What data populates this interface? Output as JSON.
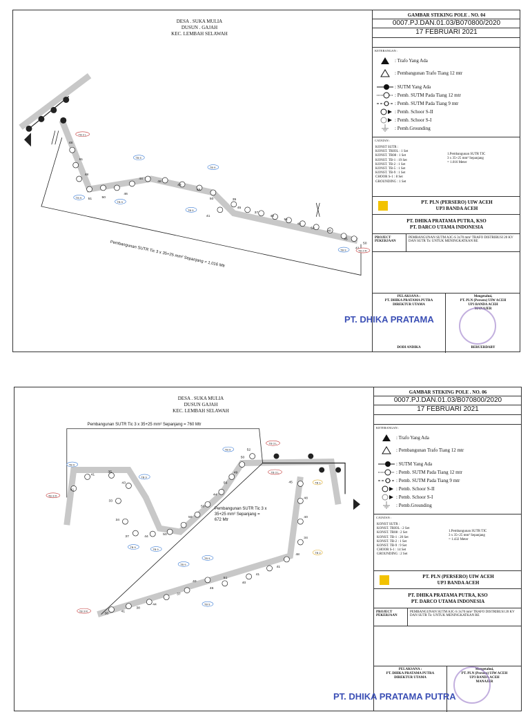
{
  "sheets": [
    {
      "location": [
        "DESA . SUKA MULIA",
        "DUSUN . GAJAH",
        "KEC. LEMBAH SELAWAH"
      ],
      "title": "GAMBAR STEKING POLE . NO. 04",
      "code": "0007.PJ.DAN.01.03/B070800/2020",
      "date": "17 FEBRUARI 2021",
      "keterangan_label": "KETERANGAN :",
      "legend": [
        ": Trafo Yang Ada",
        ": Pembangunan Trafo Tiang 12 mtr",
        ": SUTM Yang Ada",
        ": Pemb. SUTM Pada Tiang 12 mtr",
        ": Pemb. SUTM Pada Tiang 9 mtr",
        ": Pemb. Schoor S-II",
        ": Pemb. Schoor S-I",
        ": Pemb.Grounding"
      ],
      "catatan_label": "CATATAN :",
      "catatan_left": [
        "KONST SUTR :",
        "KONST. TRIOL : 1 Set",
        "KONST. TR08 : 1 Set",
        "KONST. TB-1 : 19 Set",
        "KONST. TB-2 : 1 Set",
        "KONST. TB-5 : 1 Set",
        "KONST. TB-9 : 1 Set",
        "CHOOR S-1 : 8 Set",
        "GROUNDING : 1 Set"
      ],
      "catatan_right": [
        "1.Pembangunan SUTR TIC",
        "3 x 35+25 mm² Sepanjang",
        "= 1.016 Meter"
      ],
      "pln": [
        "PT. PLN (PERSERO) UIW ACEH",
        "UP3 BANDA ACEH"
      ],
      "contractor": [
        "PT. DHIKA PRATAMA PUTRA, KSO",
        "PT. DARCO UTAMA INDONESIA"
      ],
      "project_label": "PROJECT PEKERJAAN",
      "project_text": "PEMBANGUNAN SUTM A3C-S 3x70 mm² TRAFO DISTRIBUSI 20 KV DAN SUTR Tic UNTUK MENINGKATKAN RE",
      "sig_left": [
        "PELAKSANA :",
        "PT. DHIKA PRATAMA PUTRA",
        "DIREKTUR UTAMA"
      ],
      "sig_right": [
        "Mengetahui,",
        "PT. PLN (Persero) UIW ACEH",
        "UP3 BANDA ACEH",
        "MANAJER"
      ],
      "sig_left_name": "DODI ANDIKA",
      "sig_right_name": "BERUERDABY",
      "route_label": "Pembangunan  SUTR Tic 3 x 35+25 mm² Sepanjang  = 1.016 Mtr",
      "stamp": "PT. DHIKA PRATAMA"
    },
    {
      "location": [
        "DESA . SUKA MULIA",
        "DUSUN GAJAH",
        "KEC. LEMBAH SELAWAH"
      ],
      "title": "GAMBAR STEKING POLE . NO. 06",
      "code": "0007.PJ.DAN.01.03/B070800/2020",
      "date": "17 FEBRUARI 2021",
      "keterangan_label": "KETERANGAN :",
      "legend": [
        ": Trafo Yang Ada",
        ": Pembangunan Trafo Tiang 12 mtr",
        ": SUTM Yang Ada",
        ": Pemb. SUTM Pada Tiang 12 mtr",
        ": Pemb. SUTM Pada Tiang 9 mtr",
        ": Pemb. Schoor S-II",
        ": Pemb. Schoor S-I",
        ": Pemb.Grounding"
      ],
      "catatan_label": "CATATAN :",
      "catatan_left": [
        "KONST SUTR :",
        "KONST. TRIOL : 2 Set",
        "KONST. TR08 : 2 Set",
        "KONST. TB-1 : 20 Set",
        "KONST. TB-2 : 1 Set",
        "KONST. TB-9 : 9 Set",
        "CHOOR S-1 : 14 Set",
        "GROUNDING : 2 Set"
      ],
      "catatan_right": [
        "1.Pembangunan SUTR TIC",
        "3 x 35+25 mm² Sepanjang",
        "= 1.432 Meter"
      ],
      "pln": [
        "PT. PLN (PERSERO) UIW ACEH",
        "UP3 BANDA ACEH"
      ],
      "contractor": [
        "PT. DHIKA PRATAMA PUTRA, KSO",
        "PT. DARCO UTAMA INDONESIA"
      ],
      "project_label": "PROJECT PEKERJAAN",
      "project_text": "PEMBANGUNAN SUTM A3C-S 3x70 mm² TRAFO DISTRIBUSI 20 KV DAN SUTR Tic UNTUK MENINGKATKAN RE",
      "sig_left": [
        "PELAKSANA :",
        "PT. DHIKA PRATAMA PUTRA",
        "DIREKTUR UTAMA"
      ],
      "sig_right": [
        "Mengetahui,",
        "PT. PLN (Persero) UIW ACEH",
        "UP3 BANDA ACEH",
        "MANAJER"
      ],
      "route_label_top": "Pembangunan  SUTR Tic 3 x 35+25 mm² Sepanjang = 760 Mtr",
      "route_label_mid": [
        "Pembangunan  SUTR Tic 3 x",
        "35+25 mm² Sepanjang =",
        "672 Mtr"
      ],
      "stamp": "PT. DHIKA PRATAMA PUTRA"
    }
  ],
  "pole_labels_top": [
    "48",
    "61",
    "48",
    "51",
    "50",
    "46",
    "44",
    "48",
    "43",
    "46",
    "50",
    "41",
    "35",
    "45",
    "37",
    "49",
    "51",
    "40",
    "52",
    "48",
    "45",
    "41",
    "50"
  ],
  "pole_labels_bottom": [
    "41",
    "35",
    "43",
    "41",
    "33",
    "34",
    "37",
    "44",
    "50",
    "51",
    "50",
    "50",
    "50",
    "44",
    "56",
    "49",
    "50",
    "52",
    "45",
    "48",
    "40",
    "34",
    "48",
    "41",
    "41",
    "40",
    "51",
    "46",
    "40",
    "37",
    "44",
    "38",
    "41",
    "38"
  ],
  "tb_tags": [
    "TB 9",
    "TB 2",
    "TB 5",
    "TB 1"
  ],
  "colors": {
    "road": "#c8c8c8",
    "stamp_blue": "#3b4fb5",
    "tag_red": "#c03030",
    "tag_blue": "#3a7bd5",
    "tag_yellow": "#e0b030"
  }
}
